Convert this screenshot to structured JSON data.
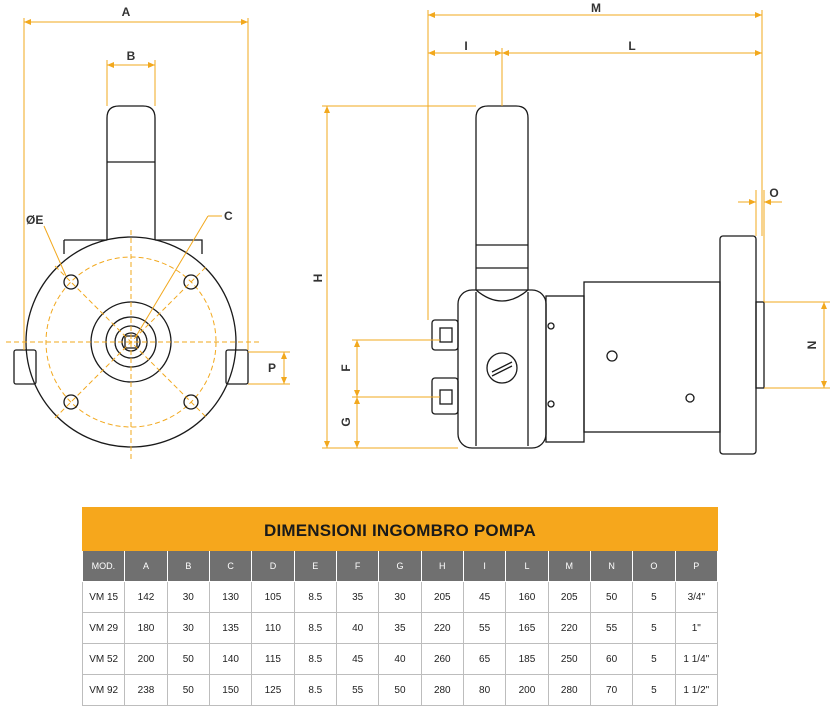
{
  "drawing": {
    "front_view_labels": {
      "A": "A",
      "B": "B",
      "C": "C",
      "E": "ØE",
      "P": "P"
    },
    "side_view_labels": {
      "M": "M",
      "I": "I",
      "L": "L",
      "O": "O",
      "H": "H",
      "N": "N",
      "F": "F",
      "G": "G"
    },
    "colors": {
      "dimension": "#f2a81d",
      "outline": "#1a1a1a"
    }
  },
  "table": {
    "title": "DIMENSIONI INGOMBRO POMPA",
    "header_color": "#f6a71c",
    "column_header_color": "#707070",
    "columns": [
      "MOD.",
      "A",
      "B",
      "C",
      "D",
      "E",
      "F",
      "G",
      "H",
      "I",
      "L",
      "M",
      "N",
      "O",
      "P"
    ],
    "rows": [
      [
        "VM 15",
        "142",
        "30",
        "130",
        "105",
        "8.5",
        "35",
        "30",
        "205",
        "45",
        "160",
        "205",
        "50",
        "5",
        "3/4\""
      ],
      [
        "VM 29",
        "180",
        "30",
        "135",
        "110",
        "8.5",
        "40",
        "35",
        "220",
        "55",
        "165",
        "220",
        "55",
        "5",
        "1\""
      ],
      [
        "VM 52",
        "200",
        "50",
        "140",
        "115",
        "8.5",
        "45",
        "40",
        "260",
        "65",
        "185",
        "250",
        "60",
        "5",
        "1 1/4\""
      ],
      [
        "VM 92",
        "238",
        "50",
        "150",
        "125",
        "8.5",
        "55",
        "50",
        "280",
        "80",
        "200",
        "280",
        "70",
        "5",
        "1 1/2\""
      ]
    ]
  }
}
